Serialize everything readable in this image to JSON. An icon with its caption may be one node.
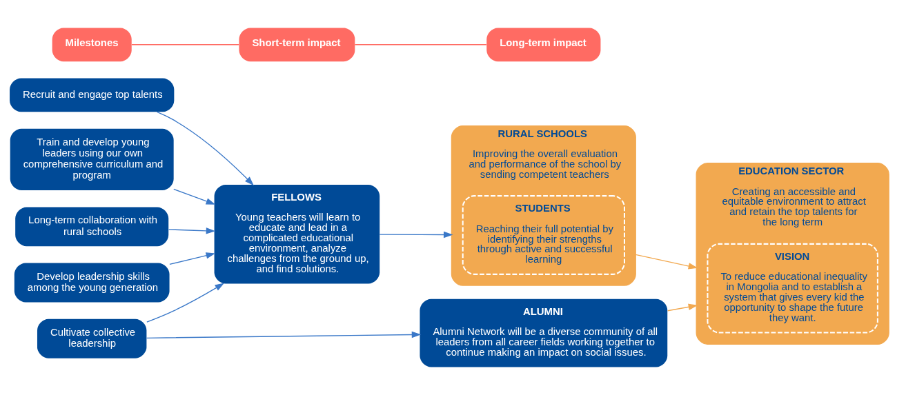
{
  "diagram": {
    "nodes": [
      {
        "text": [
          "Recruit and engage top talents"
        ]
      },
      {
        "text": [
          "Train and develop young leaders using our own comprehensive curriculum and program"
        ]
      },
      {
        "text": [
          "Long-term collaboration with rural schools"
        ]
      },
      {
        "text": [
          "Develop leadership skills among the young generation"
        ]
      },
      {
        "text": [
          "Cultivate collective leadership"
        ]
      },
      {
        "text": [
          "FELLOWS",
          "Young teachers will learn to educate and lead in a complicated educational environment, analyze challenges from the ground up, and find solutions."
        ]
      },
      {
        "text": [
          "RURAL SCHOOLS",
          "Improving the overall evaluation and performance of the school by sending competent teachers"
        ]
      },
      {
        "text": [
          "STUDENTS",
          "Reaching their full potential by identifying their strengths through active and successful learning"
        ],
        "in": 6
      },
      {
        "text": [
          "ALUMNI",
          "Alumni Network will be a diverse community of all leaders from all career fields working together to continue making an impact on social issues."
        ]
      },
      {
        "text": [
          "EDUCATION SECTOR",
          "Creating an accessible and equitable environment to attract and retain the top talents for the long term"
        ]
      },
      {
        "text": [
          "VISION",
          "To reduce educational inequality in Mongolia and to establish a system that gives every kid the opportunity to shape the future they want."
        ],
        "in": 9
      },
      {
        "text": [
          "Milestones"
        ]
      },
      {
        "text": [
          "Short-term impact"
        ]
      },
      {
        "text": [
          "Long-term impact"
        ]
      }
    ],
    "edges": [
      {
        "from": 0,
        "to": 5,
        "arrow": "to"
      },
      {
        "from": 1,
        "to": 5,
        "arrow": "to"
      },
      {
        "from": 2,
        "to": 5,
        "arrow": "to"
      },
      {
        "from": 3,
        "to": 5,
        "arrow": "to"
      },
      {
        "from": 4,
        "to": 5,
        "arrow": "to"
      },
      {
        "from": 4,
        "to": 8,
        "arrow": "to"
      },
      {
        "from": 5,
        "to": 6,
        "arrow": "to"
      },
      {
        "from": 6,
        "to": 9,
        "arrow": "to",
        "color": "#f2a950"
      },
      {
        "from": 8,
        "to": 9,
        "arrow": "to",
        "color": "#f2a950"
      },
      {
        "from": 11,
        "to": 12,
        "arrow": "none",
        "color": "#ff6b63"
      },
      {
        "from": 12,
        "to": 13,
        "arrow": "none",
        "color": "#ff6b63"
      }
    ]
  }
}
